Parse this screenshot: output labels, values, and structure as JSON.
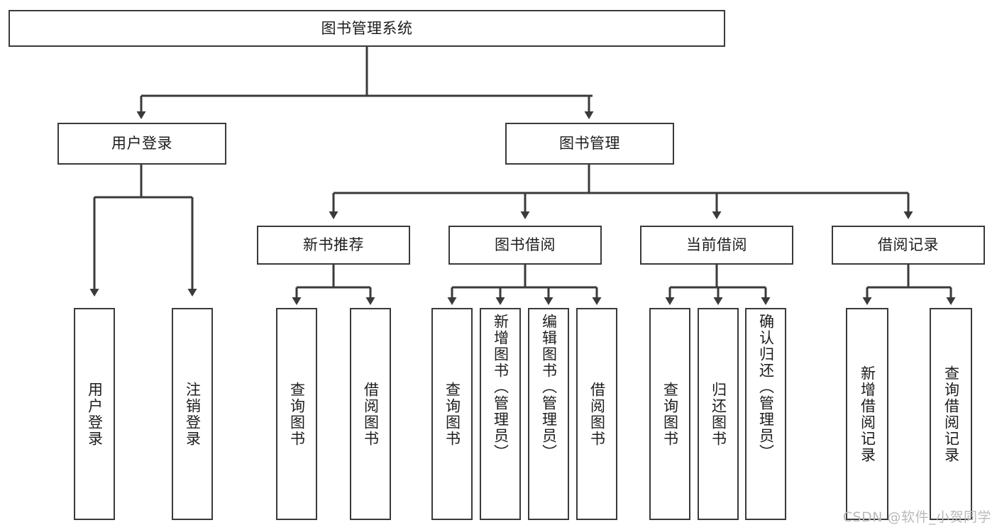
{
  "diagram": {
    "type": "tree",
    "title": "图书管理系统",
    "watermark": "CSDN @软件_小贺同学",
    "root": {
      "id": "root",
      "label": "图书管理系统"
    },
    "level2": [
      {
        "id": "user-login",
        "label": "用户登录"
      },
      {
        "id": "book-manage",
        "label": "图书管理"
      }
    ],
    "level3": [
      {
        "id": "new-book-recommend",
        "label": "新书推荐",
        "parent": "book-manage"
      },
      {
        "id": "book-borrow",
        "label": "图书借阅",
        "parent": "book-manage"
      },
      {
        "id": "current-borrow",
        "label": "当前借阅",
        "parent": "book-manage"
      },
      {
        "id": "borrow-record",
        "label": "借阅记录",
        "parent": "book-manage"
      }
    ],
    "leaves": [
      {
        "id": "leaf-user-login",
        "label": "用户登录",
        "parent": "user-login"
      },
      {
        "id": "leaf-user-logout",
        "label": "注销登录",
        "parent": "user-login"
      },
      {
        "id": "leaf-query-book-1",
        "label": "查询图书",
        "parent": "new-book-recommend"
      },
      {
        "id": "leaf-borrow-book-1",
        "label": "借阅图书",
        "parent": "new-book-recommend"
      },
      {
        "id": "leaf-query-book-2",
        "label": "查询图书",
        "parent": "book-borrow"
      },
      {
        "id": "leaf-add-book",
        "label": "新增图书（管理员）",
        "parent": "book-borrow"
      },
      {
        "id": "leaf-edit-book",
        "label": "编辑图书（管理员）",
        "parent": "book-borrow"
      },
      {
        "id": "leaf-borrow-book-2",
        "label": "借阅图书",
        "parent": "book-borrow"
      },
      {
        "id": "leaf-query-book-3",
        "label": "查询图书",
        "parent": "current-borrow"
      },
      {
        "id": "leaf-return-book",
        "label": "归还图书",
        "parent": "current-borrow"
      },
      {
        "id": "leaf-confirm-return",
        "label": "确认归还（管理员）",
        "parent": "current-borrow"
      },
      {
        "id": "leaf-add-record",
        "label": "新增借阅记录",
        "parent": "borrow-record"
      },
      {
        "id": "leaf-query-record",
        "label": "查询借阅记录",
        "parent": "borrow-record"
      }
    ],
    "colors": {
      "stroke": "#3a3a3a",
      "text": "#1d1d1d",
      "background": "#ffffff",
      "watermark": "#b9b9b9"
    }
  }
}
